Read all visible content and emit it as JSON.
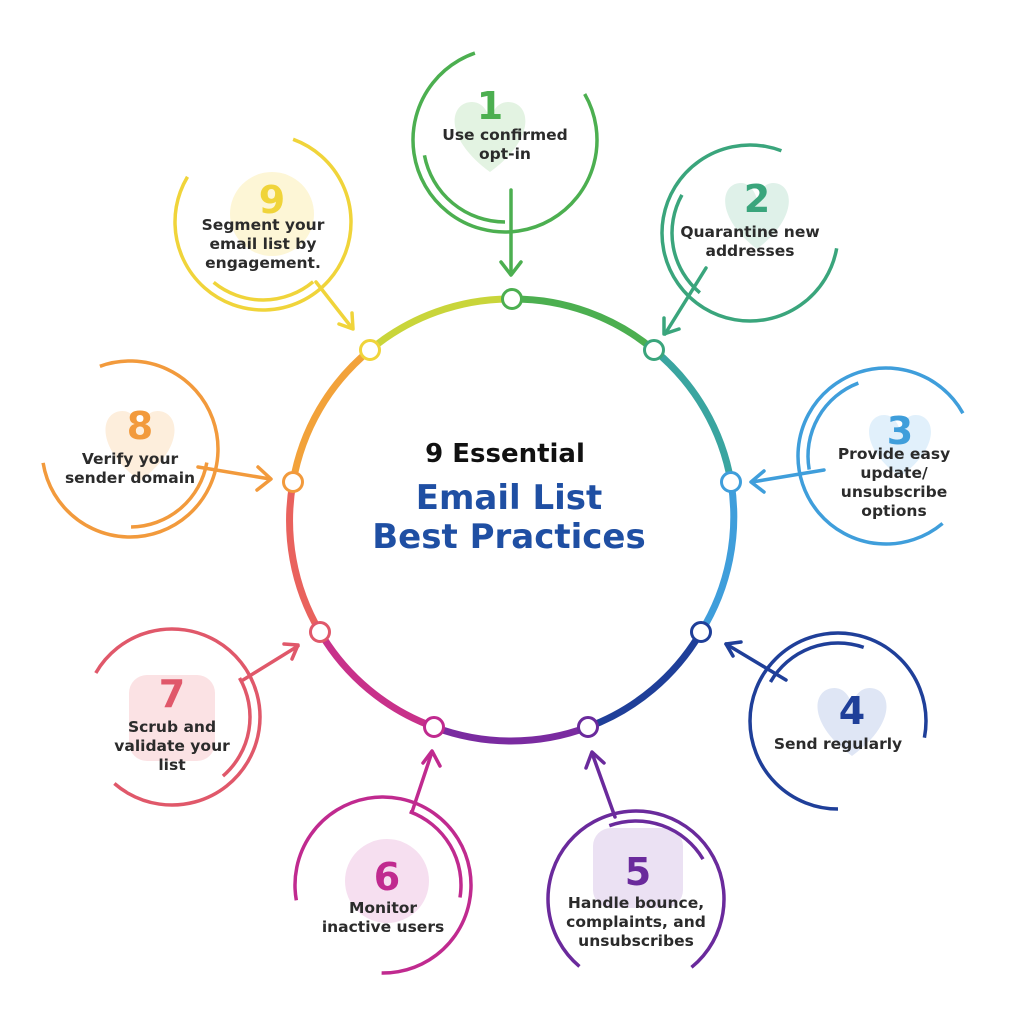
{
  "center": {
    "line1": "9 Essential",
    "line2": "Email List",
    "line3": "Best Practices",
    "title_color": "#1f4fa3"
  },
  "steps": [
    {
      "number": "1",
      "label": [
        "Use confirmed",
        "opt-in"
      ],
      "color": "#4caf50",
      "tint": "#e3f3e2",
      "icon": "heart-shape"
    },
    {
      "number": "2",
      "label": [
        "Quarantine new",
        "addresses"
      ],
      "color": "#3aa57c",
      "tint": "#dff1e9",
      "icon": "heart-shape"
    },
    {
      "number": "3",
      "label": [
        "Provide easy",
        "update/",
        "unsubscribe",
        "options"
      ],
      "color": "#3f9edb",
      "tint": "#e1f0fb",
      "icon": "heart-shape"
    },
    {
      "number": "4",
      "label": [
        "Send regularly"
      ],
      "color": "#1f3f99",
      "tint": "#dfe6f5",
      "icon": "heart-shape"
    },
    {
      "number": "5",
      "label": [
        "Handle bounce,",
        "complaints, and",
        "unsubscribes"
      ],
      "color": "#6a2a9c",
      "tint": "#ebe1f3",
      "icon": "rounded-square"
    },
    {
      "number": "6",
      "label": [
        "Monitor",
        "inactive users"
      ],
      "color": "#c02a8f",
      "tint": "#f6dff0",
      "icon": "circle"
    },
    {
      "number": "7",
      "label": [
        "Scrub and",
        "validate your",
        "list"
      ],
      "color": "#e0586a",
      "tint": "#fbe2e4",
      "icon": "rounded-square"
    },
    {
      "number": "8",
      "label": [
        "Verify your",
        "sender domain"
      ],
      "color": "#f29a3c",
      "tint": "#fdeedc",
      "icon": "heart-shape"
    },
    {
      "number": "9",
      "label": [
        "Segment your",
        "email list by",
        "engagement."
      ],
      "color": "#f0d43a",
      "tint": "#fdf6d6",
      "icon": "circle"
    }
  ]
}
